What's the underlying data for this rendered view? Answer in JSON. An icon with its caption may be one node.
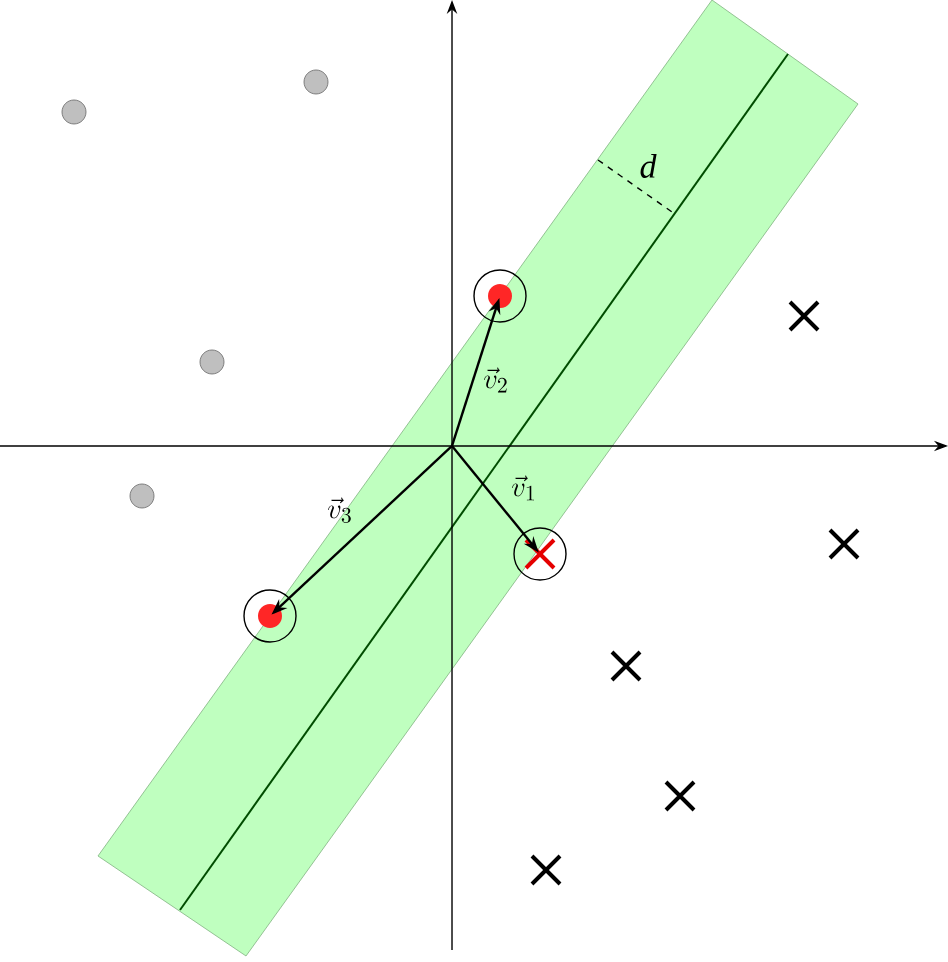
{
  "diagram": {
    "nodes": [
      {
        "text": [],
        "shape": "circle"
      },
      {
        "text": [],
        "shape": "circle"
      },
      {
        "text": [],
        "shape": "circle"
      }
    ],
    "edges": [
      {
        "from": null,
        "to": 0,
        "arrow": "to",
        "label": "\\vec{v}_1"
      },
      {
        "from": null,
        "to": 1,
        "arrow": "to",
        "label": "\\vec{v}_2"
      },
      {
        "from": null,
        "to": 2,
        "arrow": "to",
        "label": "\\vec{v}_3"
      }
    ],
    "labels": [
      "d"
    ]
  }
}
